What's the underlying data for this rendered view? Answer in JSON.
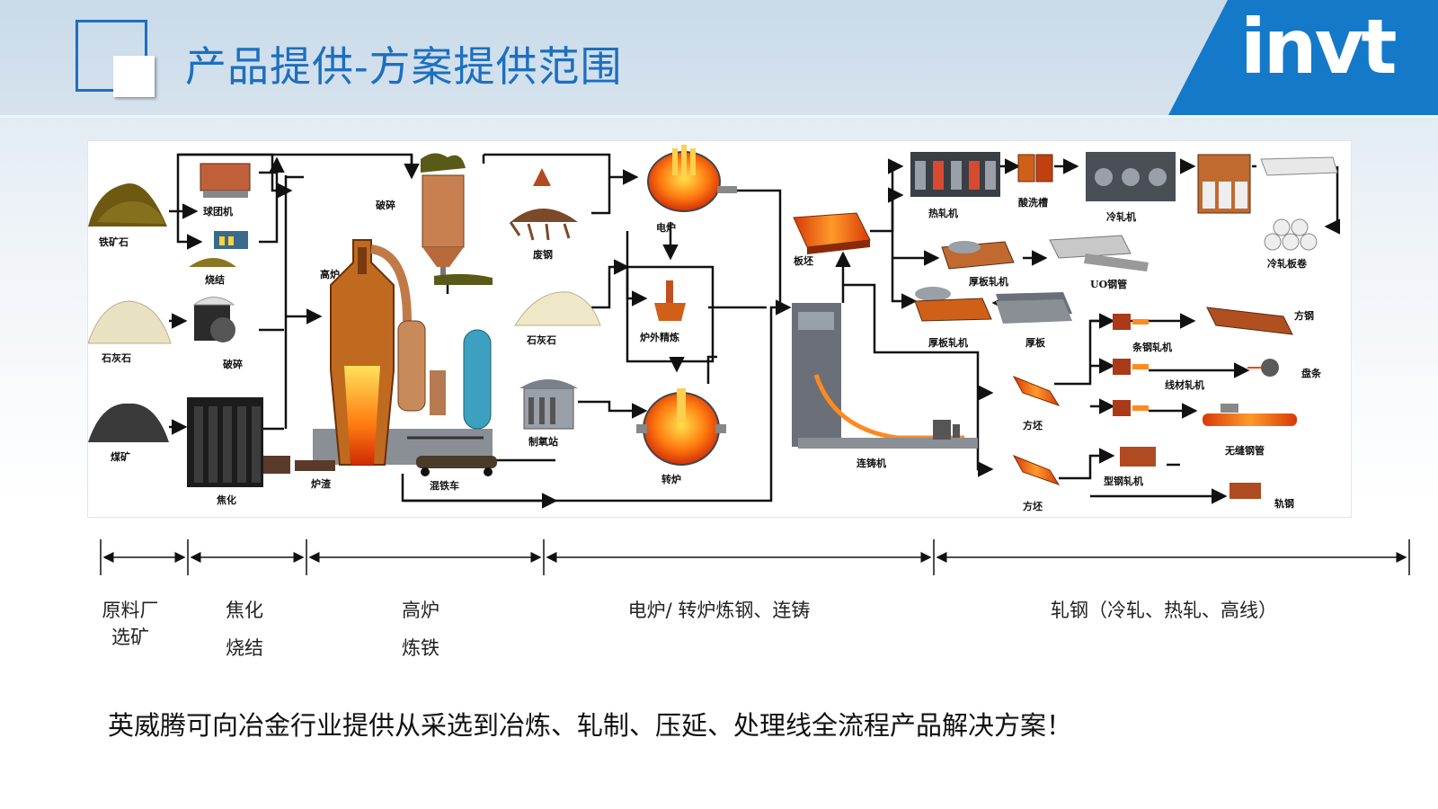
{
  "slide": {
    "title": "产品提供-方案提供范围",
    "logo": "invt",
    "footer": "英威腾可向冶金行业提供从采选到冶炼、轧制、压延、处理线全流程产品解决方案！"
  },
  "process_labels": {
    "iron_ore": "铁矿石",
    "pellet": "球团机",
    "sinter": "烧结",
    "limestone": "石灰石",
    "crushing": "破碎",
    "coal": "煤矿",
    "coking": "焦化",
    "crush2": "破碎",
    "blast_furnace": "高炉",
    "furnace_slag": "炉渣",
    "torpedo": "混铁车",
    "scrap": "废钢",
    "limestone2": "石灰石",
    "oxygen": "制氧站",
    "eaf": "电炉",
    "ladle": "炉外精炼",
    "converter": "转炉",
    "slab": "板坯",
    "caster": "连铸机",
    "hot_mill": "热轧机",
    "pickling": "酸洗槽",
    "cold_mill": "冷轧机",
    "cold_coil": "冷轧板卷",
    "plate_mill": "厚板轧机",
    "uo_pipe": "UO钢管",
    "plate_mill2": "厚板轧机",
    "plate": "厚板",
    "billet": "方坯",
    "bar_mill": "条钢轧机",
    "square_steel": "方钢",
    "wire_mill": "线材轧机",
    "coil": "盘条",
    "seamless": "无缝钢管",
    "bloom": "方坯",
    "section_mill": "型钢轧机",
    "rail": "轨钢"
  },
  "stages": {
    "s1_line1": "原料厂",
    "s1_line2": "选矿",
    "s2_line1": "焦化",
    "s2_line2": "烧结",
    "s3_line1": "高炉",
    "s3_line2": "炼铁",
    "s4_line1": "电炉/ 转炉炼钢、连铸",
    "s5_line1": "轧钢（冷轧、热轧、高线）"
  },
  "colors": {
    "brand_blue": "#1479c9",
    "title_blue": "#1d6fc0",
    "molten": "#f05a10",
    "steel_gray": "#6b7078",
    "ore_brown": "#7a5a1a"
  }
}
